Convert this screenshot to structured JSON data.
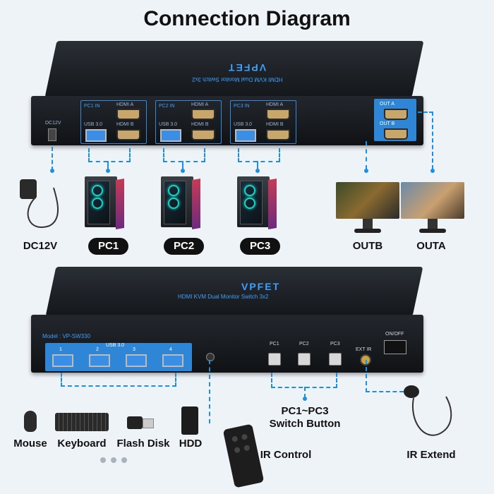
{
  "title": "Connection Diagram",
  "top_device": {
    "brand": "VPFET",
    "subtitle": "HDMI KVM Dual Monitor Switch 3x2",
    "left_port_label": "DC12V",
    "groups": [
      {
        "in": "PC1 IN",
        "hdmi_a": "HDMI A",
        "hdmi_b": "HDMI B",
        "usb": "USB 3.0"
      },
      {
        "in": "PC2 IN",
        "hdmi_a": "HDMI A",
        "hdmi_b": "HDMI B",
        "usb": "USB 3.0"
      },
      {
        "in": "PC3 IN",
        "hdmi_a": "HDMI A",
        "hdmi_b": "HDMI B",
        "usb": "USB 3.0"
      }
    ],
    "out_a": "OUT A",
    "out_b": "OUT B"
  },
  "labels_row1": {
    "dc": "DC12V",
    "pc1": "PC1",
    "pc2": "PC2",
    "pc3": "PC3",
    "outb": "OUTB",
    "outa": "OUTA"
  },
  "bottom_device": {
    "brand": "VPFET",
    "subtitle": "HDMI KVM Dual Monitor Switch 3x2",
    "model": "Model : VP-SW330",
    "usb_label": "USB 3.0",
    "usb_ports": [
      "1",
      "2",
      "3",
      "4"
    ],
    "buttons": [
      "PC1",
      "PC2",
      "PC3"
    ],
    "ext_ir": "EXT IR",
    "power": "ON/OFF"
  },
  "labels_row2": {
    "switch_button_line1": "PC1~PC3",
    "switch_button_line2": "Switch Button",
    "ir_control": "IR Control",
    "ir_extend": "IR Extend",
    "mouse": "Mouse",
    "keyboard": "Keyboard",
    "flash_disk": "Flash Disk",
    "hdd": "HDD"
  },
  "colors": {
    "accent": "#1e8fe0",
    "device": "#1a1d21",
    "panel": "#2f86d6"
  }
}
